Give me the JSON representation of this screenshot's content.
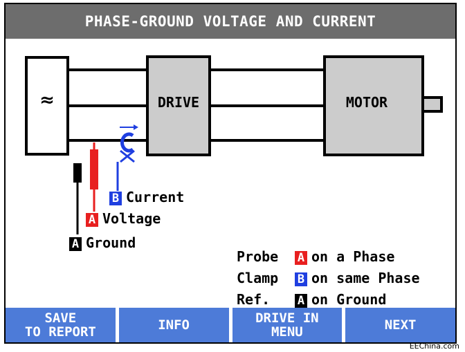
{
  "title": "PHASE-GROUND VOLTAGE AND CURRENT",
  "diagram": {
    "source_symbol": "≈",
    "drive_label": "DRIVE",
    "motor_label": "MOTOR",
    "probe_current_letter": "B",
    "probe_current_label": "Current",
    "probe_voltage_letter": "A",
    "probe_voltage_label": "Voltage",
    "probe_ground_letter": "A",
    "probe_ground_label": "Ground"
  },
  "instructions": {
    "line1": {
      "prefix": "Probe",
      "badge": "A",
      "suffix": "on a Phase"
    },
    "line2": {
      "prefix": "Clamp",
      "badge": "B",
      "suffix": "on same Phase"
    },
    "line3": {
      "prefix": "Ref.",
      "badge": "A",
      "suffix": "on Ground"
    }
  },
  "softkeys": {
    "f1": "SAVE\nTO REPORT",
    "f2": "INFO",
    "f3": "DRIVE IN\nMENU",
    "f4": "NEXT"
  },
  "watermark": "EEChina.com",
  "colors": {
    "title_bg": "#6d6d6d",
    "softkey_bg": "#4d7bd8",
    "voltage_probe": "#e82020",
    "current_clamp": "#1f3fe0",
    "box_fill": "#cccccc"
  }
}
